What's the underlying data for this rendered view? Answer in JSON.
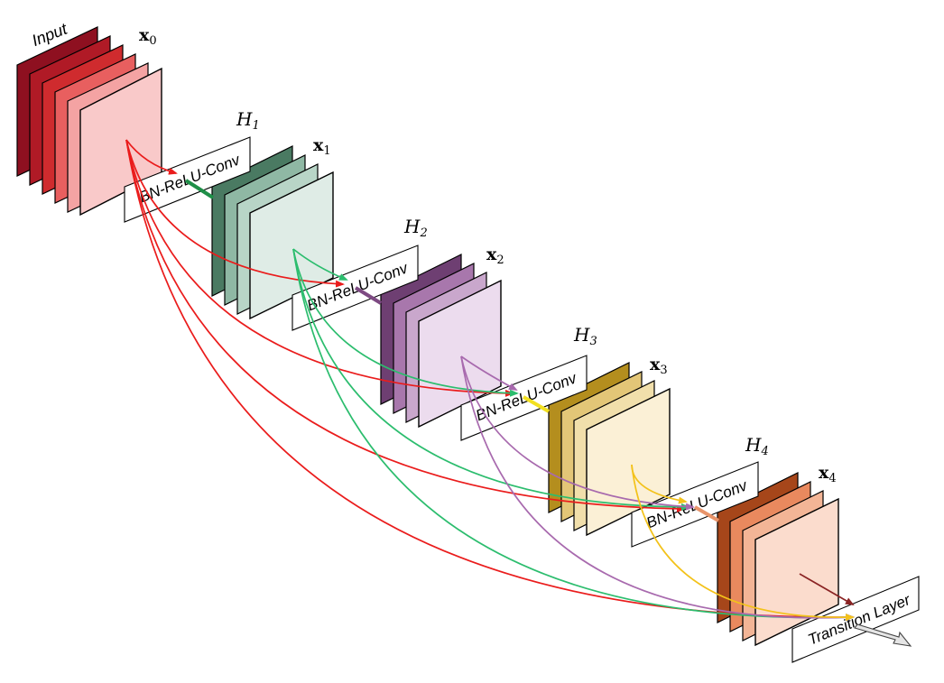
{
  "labels": {
    "input": "Input",
    "transition": "Transition Layer"
  },
  "features": [
    {
      "id": "x0",
      "base": "x",
      "sub": "0"
    },
    {
      "id": "x1",
      "base": "x",
      "sub": "1"
    },
    {
      "id": "x2",
      "base": "x",
      "sub": "2"
    },
    {
      "id": "x3",
      "base": "x",
      "sub": "3"
    },
    {
      "id": "x4",
      "base": "x",
      "sub": "4"
    }
  ],
  "layers": [
    {
      "base": "H",
      "sub": "1",
      "op": "BN-ReLU-Conv"
    },
    {
      "base": "H",
      "sub": "2",
      "op": "BN-ReLU-Conv"
    },
    {
      "base": "H",
      "sub": "3",
      "op": "BN-ReLU-Conv"
    },
    {
      "base": "H",
      "sub": "4",
      "op": "BN-ReLU-Conv"
    }
  ],
  "colors": {
    "input": [
      "#8e1020",
      "#b01a26",
      "#cf2b2e",
      "#e85f5f",
      "#f4a3a3"
    ],
    "input_front": "#f9c9c9",
    "block1": [
      "#4a7a62",
      "#8fb8a4",
      "#b8d5c7"
    ],
    "block1_front": "#dfece6",
    "block2": [
      "#6e3f72",
      "#a877ac",
      "#c9a7cc"
    ],
    "block2_front": "#ecdcee",
    "block3": [
      "#b48e1e",
      "#e3c677",
      "#f1dfab"
    ],
    "block3_front": "#fbf0d6",
    "block4": [
      "#a6461a",
      "#e9895e",
      "#f3b596"
    ],
    "block4_front": "#fbdccd",
    "edge_red": "#ea1c1c",
    "edge_green": "#2cbd6e",
    "edge_purple": "#a86aae",
    "edge_yellow": "#f3c21a",
    "edge_brown": "#8a2323"
  }
}
